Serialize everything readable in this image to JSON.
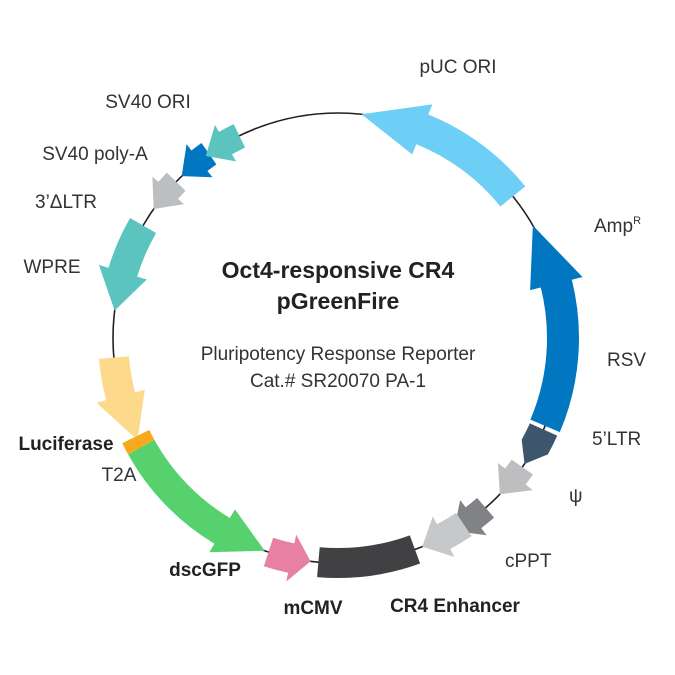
{
  "title_line1": "Oct4-responsive CR4",
  "title_line2": "pGreenFire",
  "subtitle_line1": "Pluripotency Response Reporter",
  "subtitle_line2": "Cat.# SR20070 PA-1",
  "features": [
    {
      "id": "puc-ori",
      "label": "pUC ORI",
      "superscript": "",
      "bold": false,
      "color": "#6dcff6"
    },
    {
      "id": "amp",
      "label": "Amp",
      "superscript": "R",
      "bold": false,
      "color": "#0077c0"
    },
    {
      "id": "rsv",
      "label": "RSV",
      "superscript": "",
      "bold": false,
      "color": "#3d566e"
    },
    {
      "id": "5ltr",
      "label": "5’LTR",
      "superscript": "",
      "bold": false,
      "color": "#bcbec0"
    },
    {
      "id": "psi",
      "label": "ψ",
      "superscript": "",
      "bold": false,
      "color": "#808285"
    },
    {
      "id": "cppt",
      "label": "cPPT",
      "superscript": "",
      "bold": false,
      "color": "#c7c8ca"
    },
    {
      "id": "cr4-enhancer",
      "label": "CR4 Enhancer",
      "superscript": "",
      "bold": true,
      "color": "#414042"
    },
    {
      "id": "mcmv",
      "label": "mCMV",
      "superscript": "",
      "bold": true,
      "color": "#e880a3"
    },
    {
      "id": "dscgfp",
      "label": "dscGFP",
      "superscript": "",
      "bold": true,
      "color": "#57d16e"
    },
    {
      "id": "t2a",
      "label": "T2A",
      "superscript": "",
      "bold": false,
      "color": "#f7a81b"
    },
    {
      "id": "luciferase",
      "label": "Luciferase",
      "superscript": "",
      "bold": true,
      "color": "#fdd98b"
    },
    {
      "id": "wpre",
      "label": "WPRE",
      "superscript": "",
      "bold": false,
      "color": "#5bc4bf"
    },
    {
      "id": "3dltr",
      "label": "3’ΔLTR",
      "superscript": "",
      "bold": false,
      "color": "#bcbec0"
    },
    {
      "id": "sv40-polya",
      "label": "SV40 poly-A",
      "superscript": "",
      "bold": false,
      "color": "#0077c0"
    },
    {
      "id": "sv40-ori",
      "label": "SV40 ORI",
      "superscript": "",
      "bold": false,
      "color": "#5bc4bf"
    }
  ]
}
